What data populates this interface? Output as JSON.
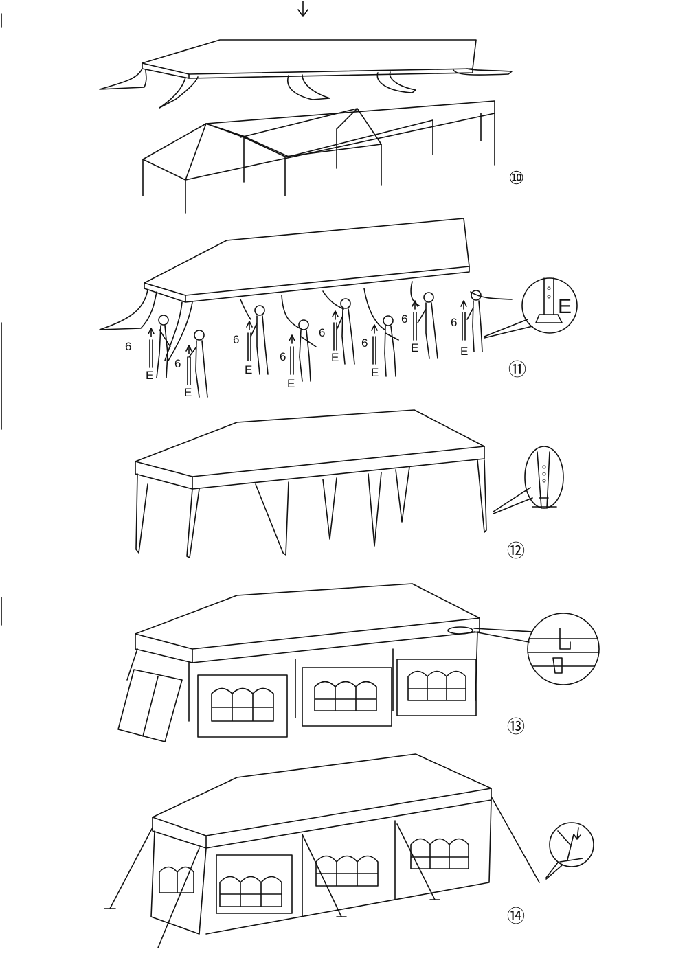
{
  "steps": [
    {
      "number": "⑩"
    },
    {
      "number": "⑪"
    },
    {
      "number": "⑫"
    },
    {
      "number": "⑬"
    },
    {
      "number": "⑭"
    }
  ],
  "step11": {
    "pole_count_label": "6",
    "pole_part_label": "E",
    "callout_label": "E"
  }
}
